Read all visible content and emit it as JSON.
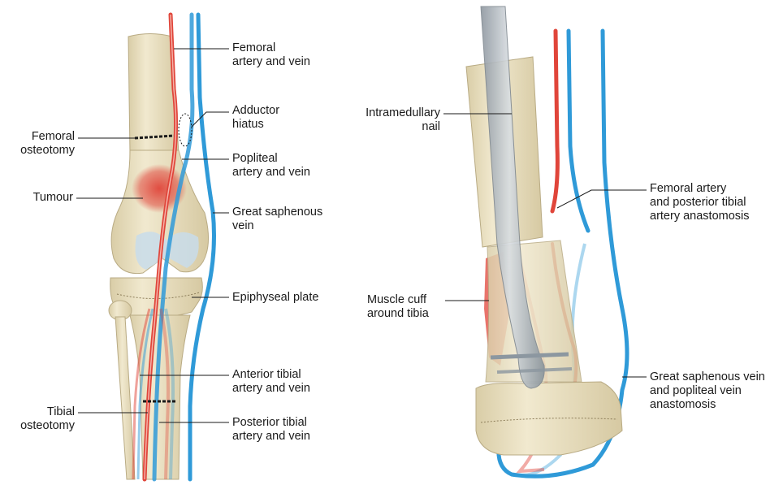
{
  "colors": {
    "artery": "#e0453a",
    "vein": "#2f9ad8",
    "bone": "#ece2c2",
    "bone_shadow": "#d4c79f",
    "cartilage": "#c8dcea",
    "tumour": "#e0453a",
    "nail": "#a9b1b8",
    "leader": "#1a1a1a"
  },
  "left_panel": {
    "labels": {
      "femoral_artery_vein": "Femoral\nartery and vein",
      "adductor_hiatus": "Adductor\nhiatus",
      "femoral_osteotomy": "Femoral\nosteotomy",
      "popliteal_artery_vein": "Popliteal\nartery and vein",
      "tumour": "Tumour",
      "great_saphenous_vein": "Great saphenous\nvein",
      "epiphyseal_plate": "Epiphyseal plate",
      "anterior_tibial": "Anterior tibial\nartery and vein",
      "tibial_osteotomy": "Tibial\nosteotomy",
      "posterior_tibial": "Posterior tibial\nartery and vein"
    }
  },
  "right_panel": {
    "labels": {
      "intramedullary_nail": "Intramedullary\nnail",
      "femoral_posterior_anastomosis": "Femoral artery\nand posterior tibial\nartery anastomosis",
      "muscle_cuff": "Muscle cuff\naround tibia",
      "saphenous_popliteal_anastomosis": "Great saphenous vein\nand popliteal vein\nanastomosis"
    }
  }
}
